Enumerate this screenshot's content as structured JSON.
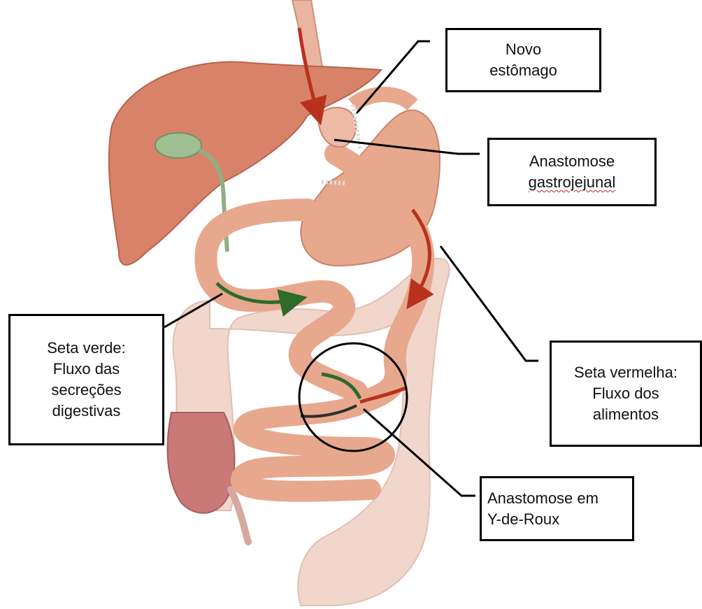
{
  "labels": {
    "novo_estomago": [
      "Novo",
      "estômago"
    ],
    "anastomose_gastrojejunal": [
      "Anastomose",
      "gastrojejunal"
    ],
    "seta_verde": [
      "Seta verde:",
      "Fluxo das",
      "secreções",
      "digestivas"
    ],
    "seta_vermelha": [
      "Seta vermelha:",
      "Fluxo dos",
      "alimentos"
    ],
    "anastomose_roux": [
      "Anastomose em",
      "Y-de-Roux"
    ]
  },
  "colors": {
    "food_flow_arrow": "#b8321e",
    "digestive_secretion_arrow": "#2e6b2a",
    "organ_tissue": "#e8a88e",
    "liver": "#d9826a",
    "gallbladder": "#9fbf92",
    "colon": "#f1d6cc",
    "rectum": "#c97a78"
  }
}
